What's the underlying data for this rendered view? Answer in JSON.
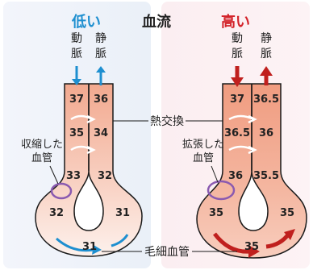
{
  "title": "血流",
  "left": {
    "heading": "低い",
    "artery_label": "動脈",
    "vein_label": "静脈",
    "vessel_label": "収縮した\n血管",
    "temps": {
      "artery": [
        "37",
        "35",
        "33",
        "32",
        "31"
      ],
      "vein": [
        "36",
        "34",
        "32",
        "31"
      ]
    }
  },
  "right": {
    "heading": "高い",
    "artery_label": "動脈",
    "vein_label": "静脈",
    "vessel_label": "拡張した\n血管",
    "temps": {
      "artery": [
        "37",
        "36.5",
        "36",
        "35",
        "35"
      ],
      "vein": [
        "36.5",
        "36",
        "35.5",
        "35"
      ]
    }
  },
  "labels": {
    "heat_exchange": "熱交換",
    "capillary": "毛細血管"
  },
  "colors": {
    "low": "#1e8fd0",
    "high": "#d3232a",
    "low_bg": "#eef2fa",
    "high_bg": "#fcf0f2"
  }
}
